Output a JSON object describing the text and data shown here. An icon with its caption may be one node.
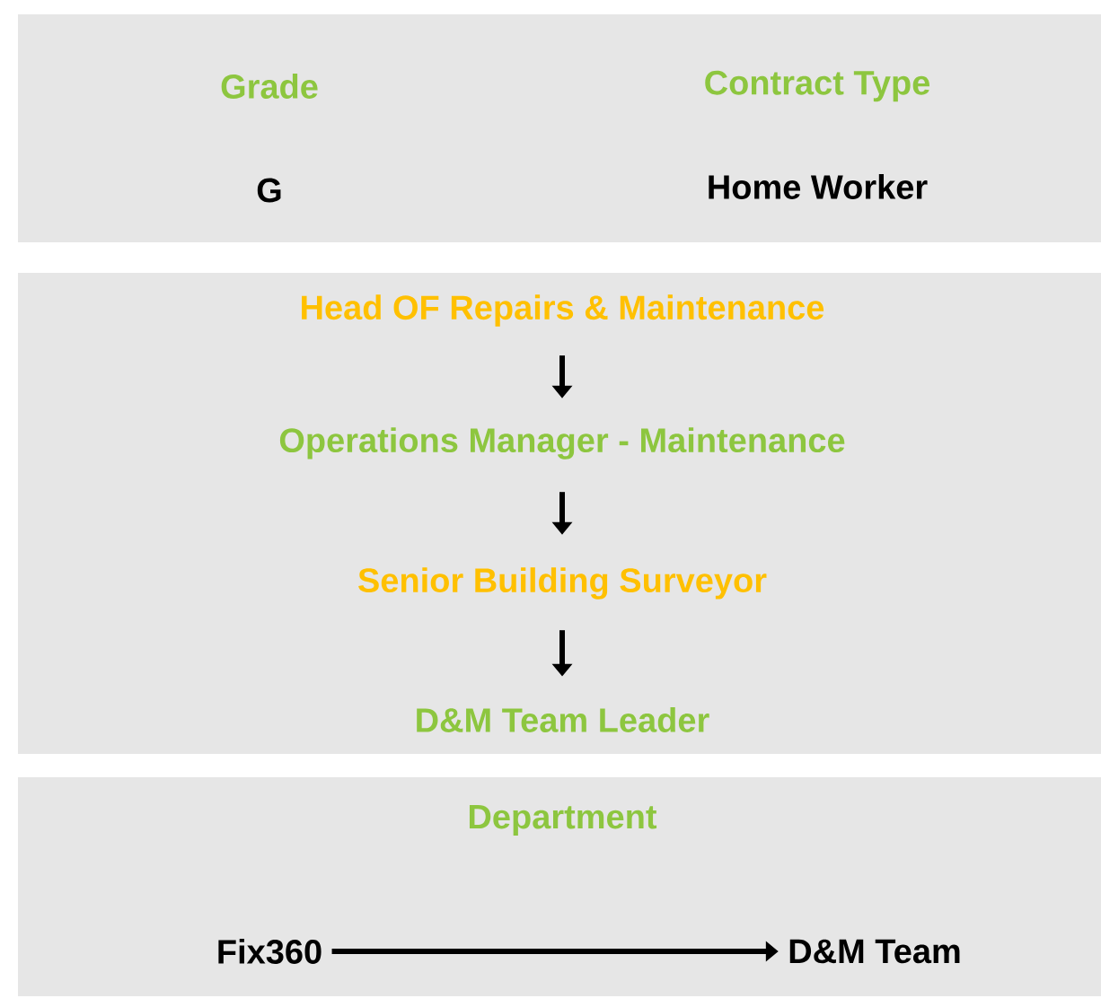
{
  "diagram": {
    "nodes": [
      {
        "text": [
          "Grade",
          "Contract Type",
          "G",
          "Home Worker"
        ]
      },
      {
        "text": [],
        "shape": "box"
      },
      {
        "text": [
          "Head OF Repairs & Maintenance"
        ],
        "in": 1
      },
      {
        "text": [
          "Operations Manager - Maintenance"
        ],
        "in": 1
      },
      {
        "text": [
          "Senior Building Surveyor"
        ],
        "in": 1
      },
      {
        "text": [
          "D&M Team Leader"
        ],
        "in": 1
      },
      {
        "text": [
          "Department"
        ]
      },
      {
        "text": [
          "Fix360"
        ],
        "in": 6
      },
      {
        "text": [
          "D&M Team"
        ],
        "in": 6
      }
    ],
    "edges": [
      {
        "from": 2,
        "to": 3,
        "arrow": "to"
      },
      {
        "from": 3,
        "to": 4,
        "arrow": "to"
      },
      {
        "from": 4,
        "to": 5,
        "arrow": "to"
      },
      {
        "from": 7,
        "to": 8,
        "arrow": "to"
      }
    ]
  }
}
